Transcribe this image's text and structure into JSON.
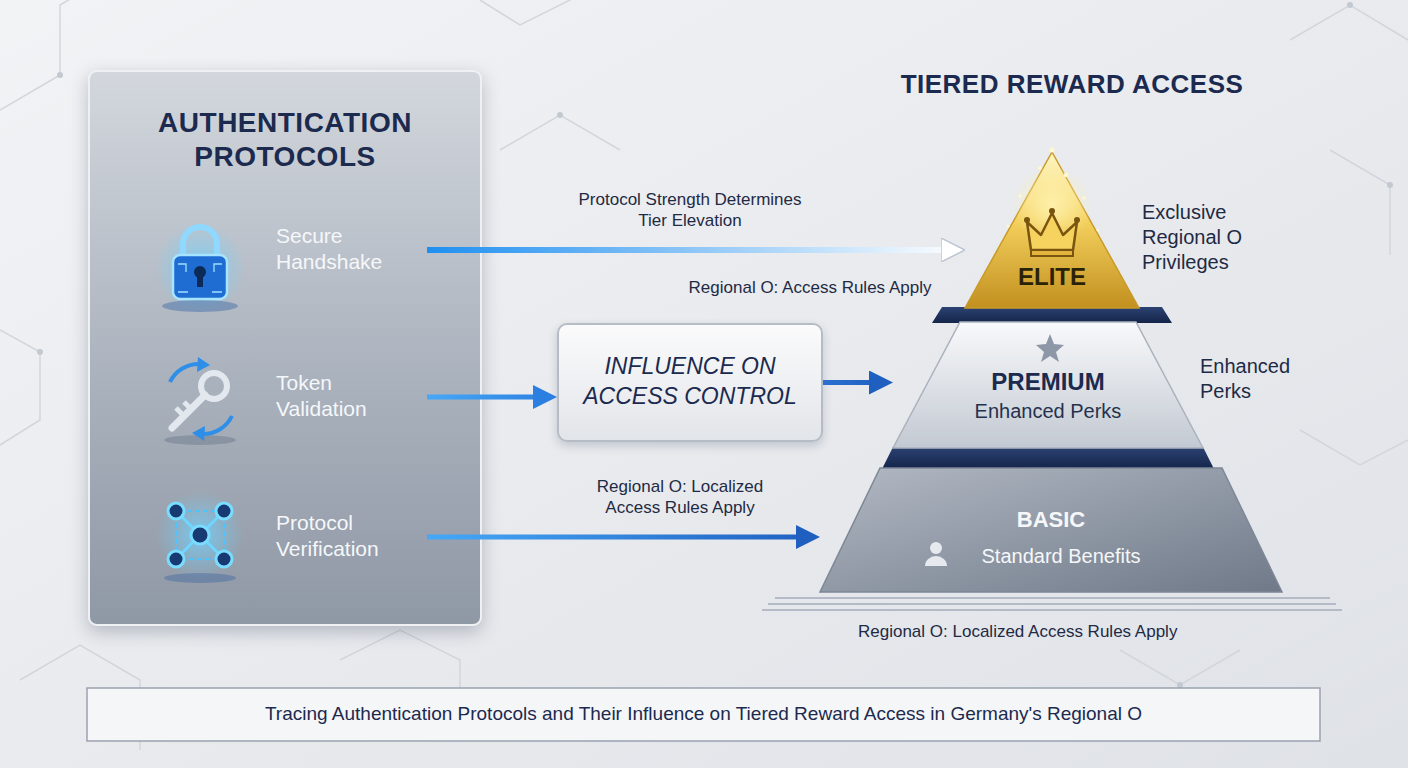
{
  "diagram": {
    "title": "TIERED REWARD ACCESS",
    "caption": "Tracing Authentication Protocols and Their Influence on Tiered Reward Access in Germany's Regional O",
    "nodes": [
      {
        "text": [
          "AUTHENTICATION PROTOCOLS"
        ]
      },
      {
        "text": [
          "Secure Handshake"
        ],
        "in": 0
      },
      {
        "text": [
          "Token Validation"
        ],
        "in": 0
      },
      {
        "text": [
          "Protocol Verification"
        ],
        "in": 0
      },
      {
        "text": [
          "INFLUENCE ON ACCESS CONTROL"
        ]
      },
      {
        "text": [
          "ELITE"
        ]
      },
      {
        "text": [
          "PREMIUM",
          "Enhanced Perks"
        ]
      },
      {
        "text": [
          "BASIC",
          "Standard Benefits"
        ]
      }
    ],
    "edges": [
      {
        "from": 1,
        "to": 5,
        "arrow": "to",
        "label": "Protocol Strength Determines Tier Elevation"
      },
      {
        "from": 2,
        "to": 4,
        "arrow": "to"
      },
      {
        "from": 4,
        "to": 6,
        "arrow": "to"
      },
      {
        "from": 3,
        "to": 7,
        "arrow": "to",
        "label": "Regional O: Localized Access Rules Apply"
      }
    ],
    "labels": [
      "Regional O: Access Rules Apply",
      "Exclusive Regional O Privileges",
      "Enhanced Perks",
      "Regional O: Localized Access Rules Apply"
    ]
  }
}
